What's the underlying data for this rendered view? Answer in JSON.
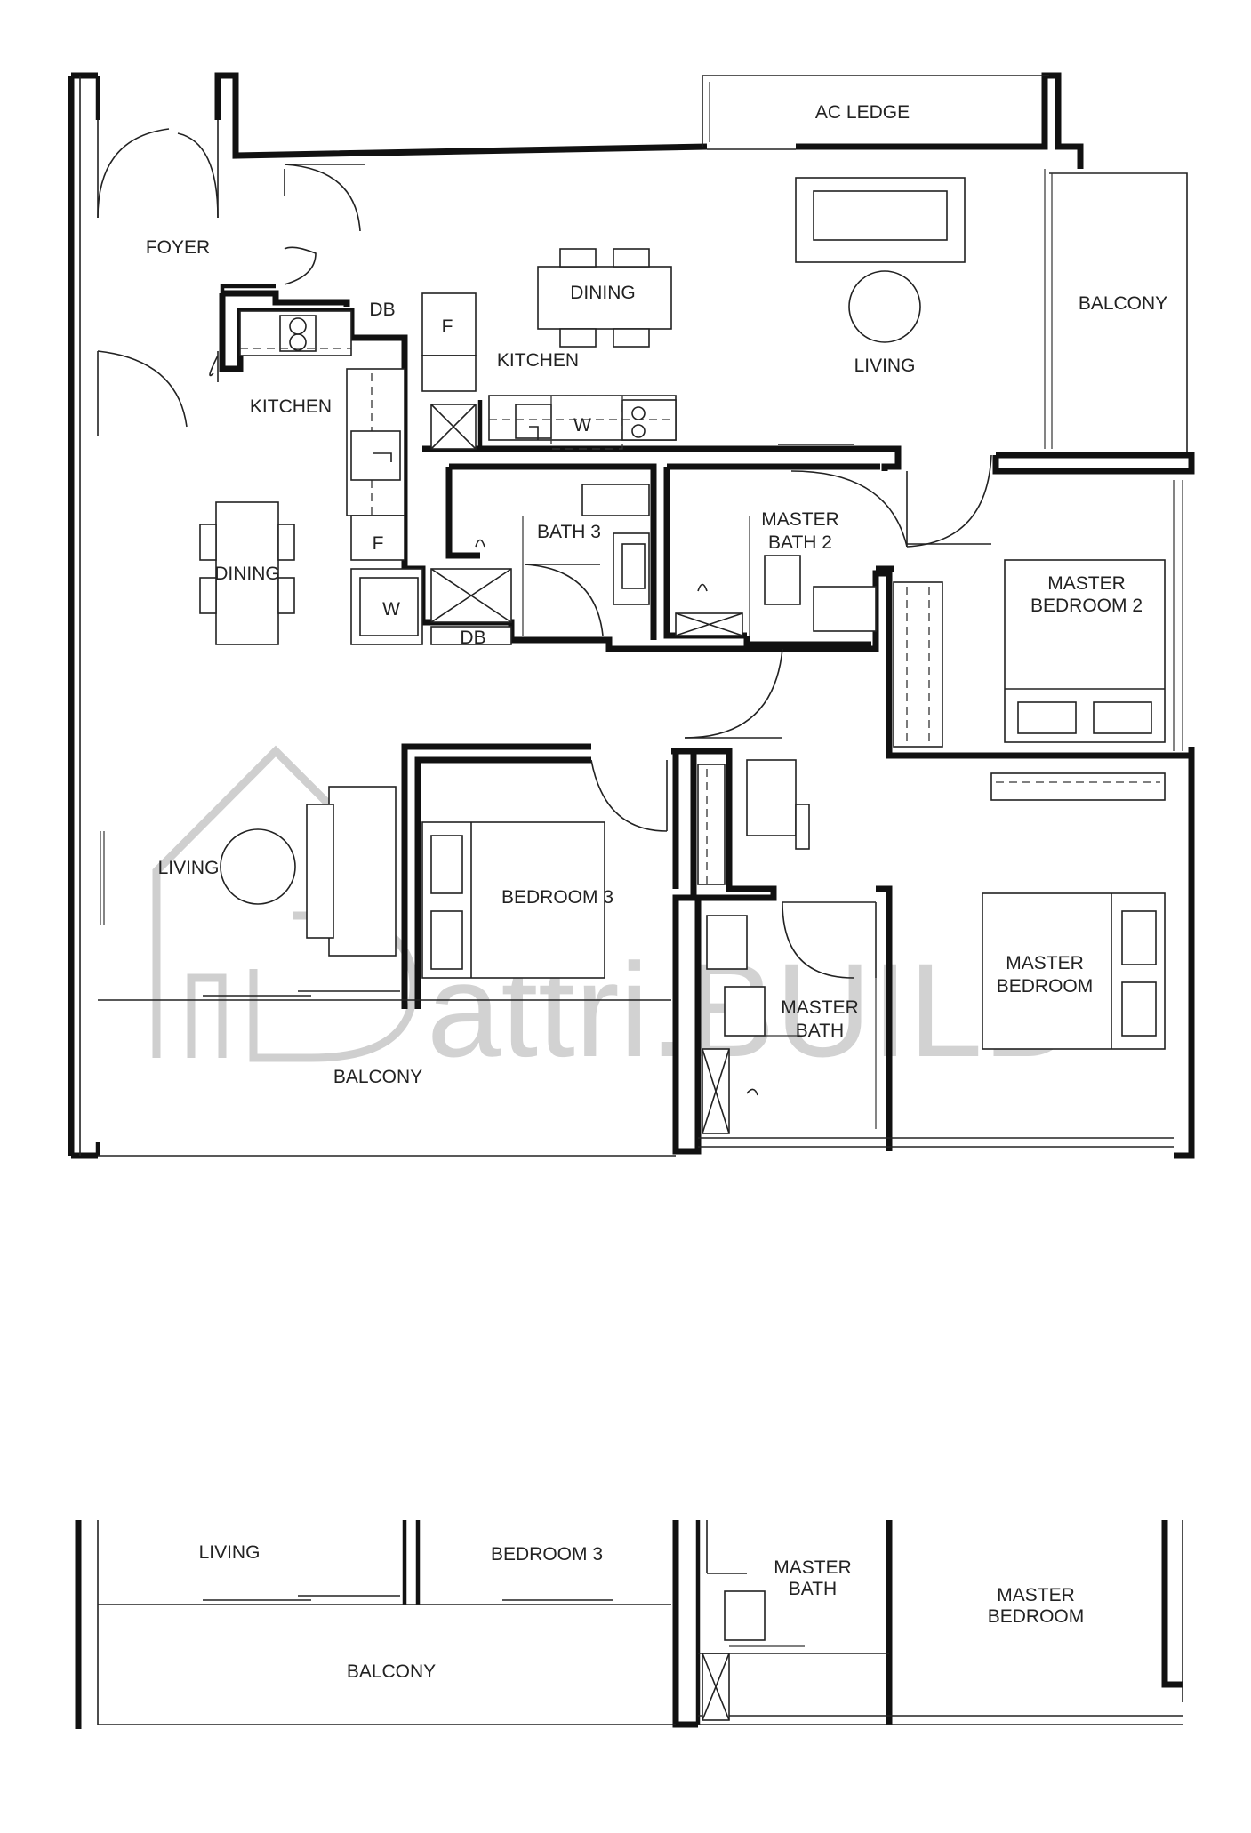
{
  "plan": {
    "labels": {
      "ac_ledge": "AC LEDGE",
      "foyer": "FOYER",
      "dining_top": "DINING",
      "db_top": "DB",
      "fridge_top": "F",
      "kitchen_top": "KITCHEN",
      "living_top": "LIVING",
      "balcony_top": "BALCONY",
      "kitchen_left": "KITCHEN",
      "washer_top": "W",
      "bath3": "BATH 3",
      "master_bath2_l1": "MASTER",
      "master_bath2_l2": "BATH 2",
      "master_bedroom2_l1": "MASTER",
      "master_bedroom2_l2": "BEDROOM 2",
      "fridge_left": "F",
      "dining_left": "DINING",
      "washer_left": "W",
      "db_left": "DB",
      "living_left": "LIVING",
      "bedroom3": "BEDROOM 3",
      "master_bedroom_l1": "MASTER",
      "master_bedroom_l2": "BEDROOM",
      "master_bath_l1": "MASTER",
      "master_bath_l2": "BATH",
      "balcony_bottom": "BALCONY"
    },
    "detail": {
      "living": "LIVING",
      "bedroom3": "BEDROOM 3",
      "master_bath_l1": "MASTER",
      "master_bath_l2": "BATH",
      "master_bedroom_l1": "MASTER",
      "master_bedroom_l2": "BEDROOM",
      "balcony": "BALCONY"
    },
    "watermark": {
      "logo_letter": "D",
      "brand_text": "attri.BUILD"
    }
  }
}
